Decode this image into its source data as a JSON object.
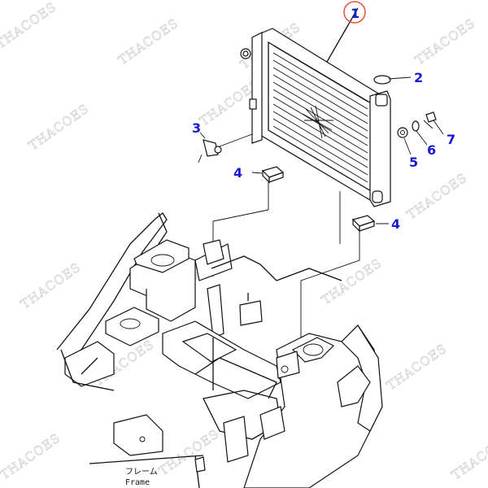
{
  "watermark": "THACOES",
  "callouts": [
    "1",
    "2",
    "3",
    "4",
    "4",
    "5",
    "6",
    "7"
  ],
  "frame_label_jp": "フレーム",
  "frame_label_en": "Frame",
  "callout_color": "#1a1ad0",
  "highlight_color": "#e8503a"
}
